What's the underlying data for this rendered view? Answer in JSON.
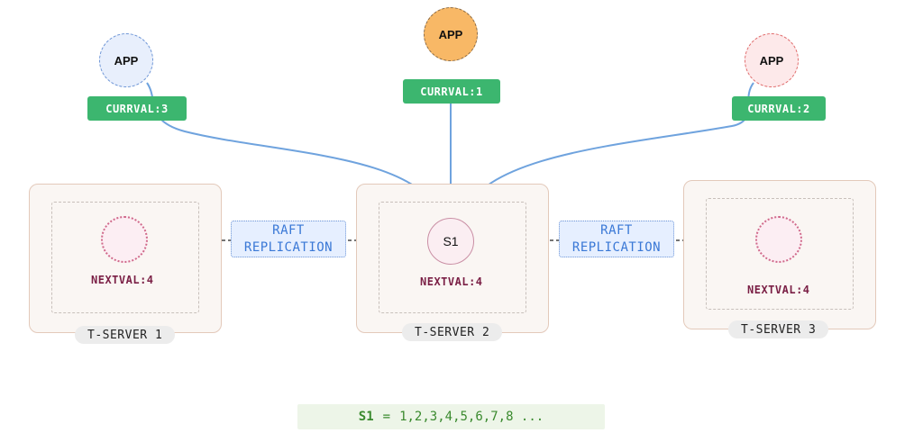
{
  "apps": [
    {
      "label": "APP",
      "color": "#e8effc"
    },
    {
      "label": "APP",
      "color": "#f8b866"
    },
    {
      "label": "APP",
      "color": "#fde9ea"
    }
  ],
  "currvals": [
    "CURRVAL:3",
    "CURRVAL:1",
    "CURRVAL:2"
  ],
  "servers": [
    {
      "name": "T-SERVER 1",
      "nextval": "NEXTVAL:4"
    },
    {
      "name": "T-SERVER 2",
      "nextval": "NEXTVAL:4",
      "sequence": "S1"
    },
    {
      "name": "T-SERVER 3",
      "nextval": "NEXTVAL:4"
    }
  ],
  "replication": [
    {
      "line1": "RAFT",
      "line2": "REPLICATION"
    },
    {
      "line1": "RAFT",
      "line2": "REPLICATION"
    }
  ],
  "sequence_note": {
    "name": "S1",
    "equals": "=",
    "values": "1,2,3,4,5,6,7,8 ..."
  },
  "colors": {
    "currval_bg": "#3cb66f",
    "connector": "#6fa3de",
    "nextval_text": "#7a1f45",
    "raft_text": "#3a78d6"
  }
}
